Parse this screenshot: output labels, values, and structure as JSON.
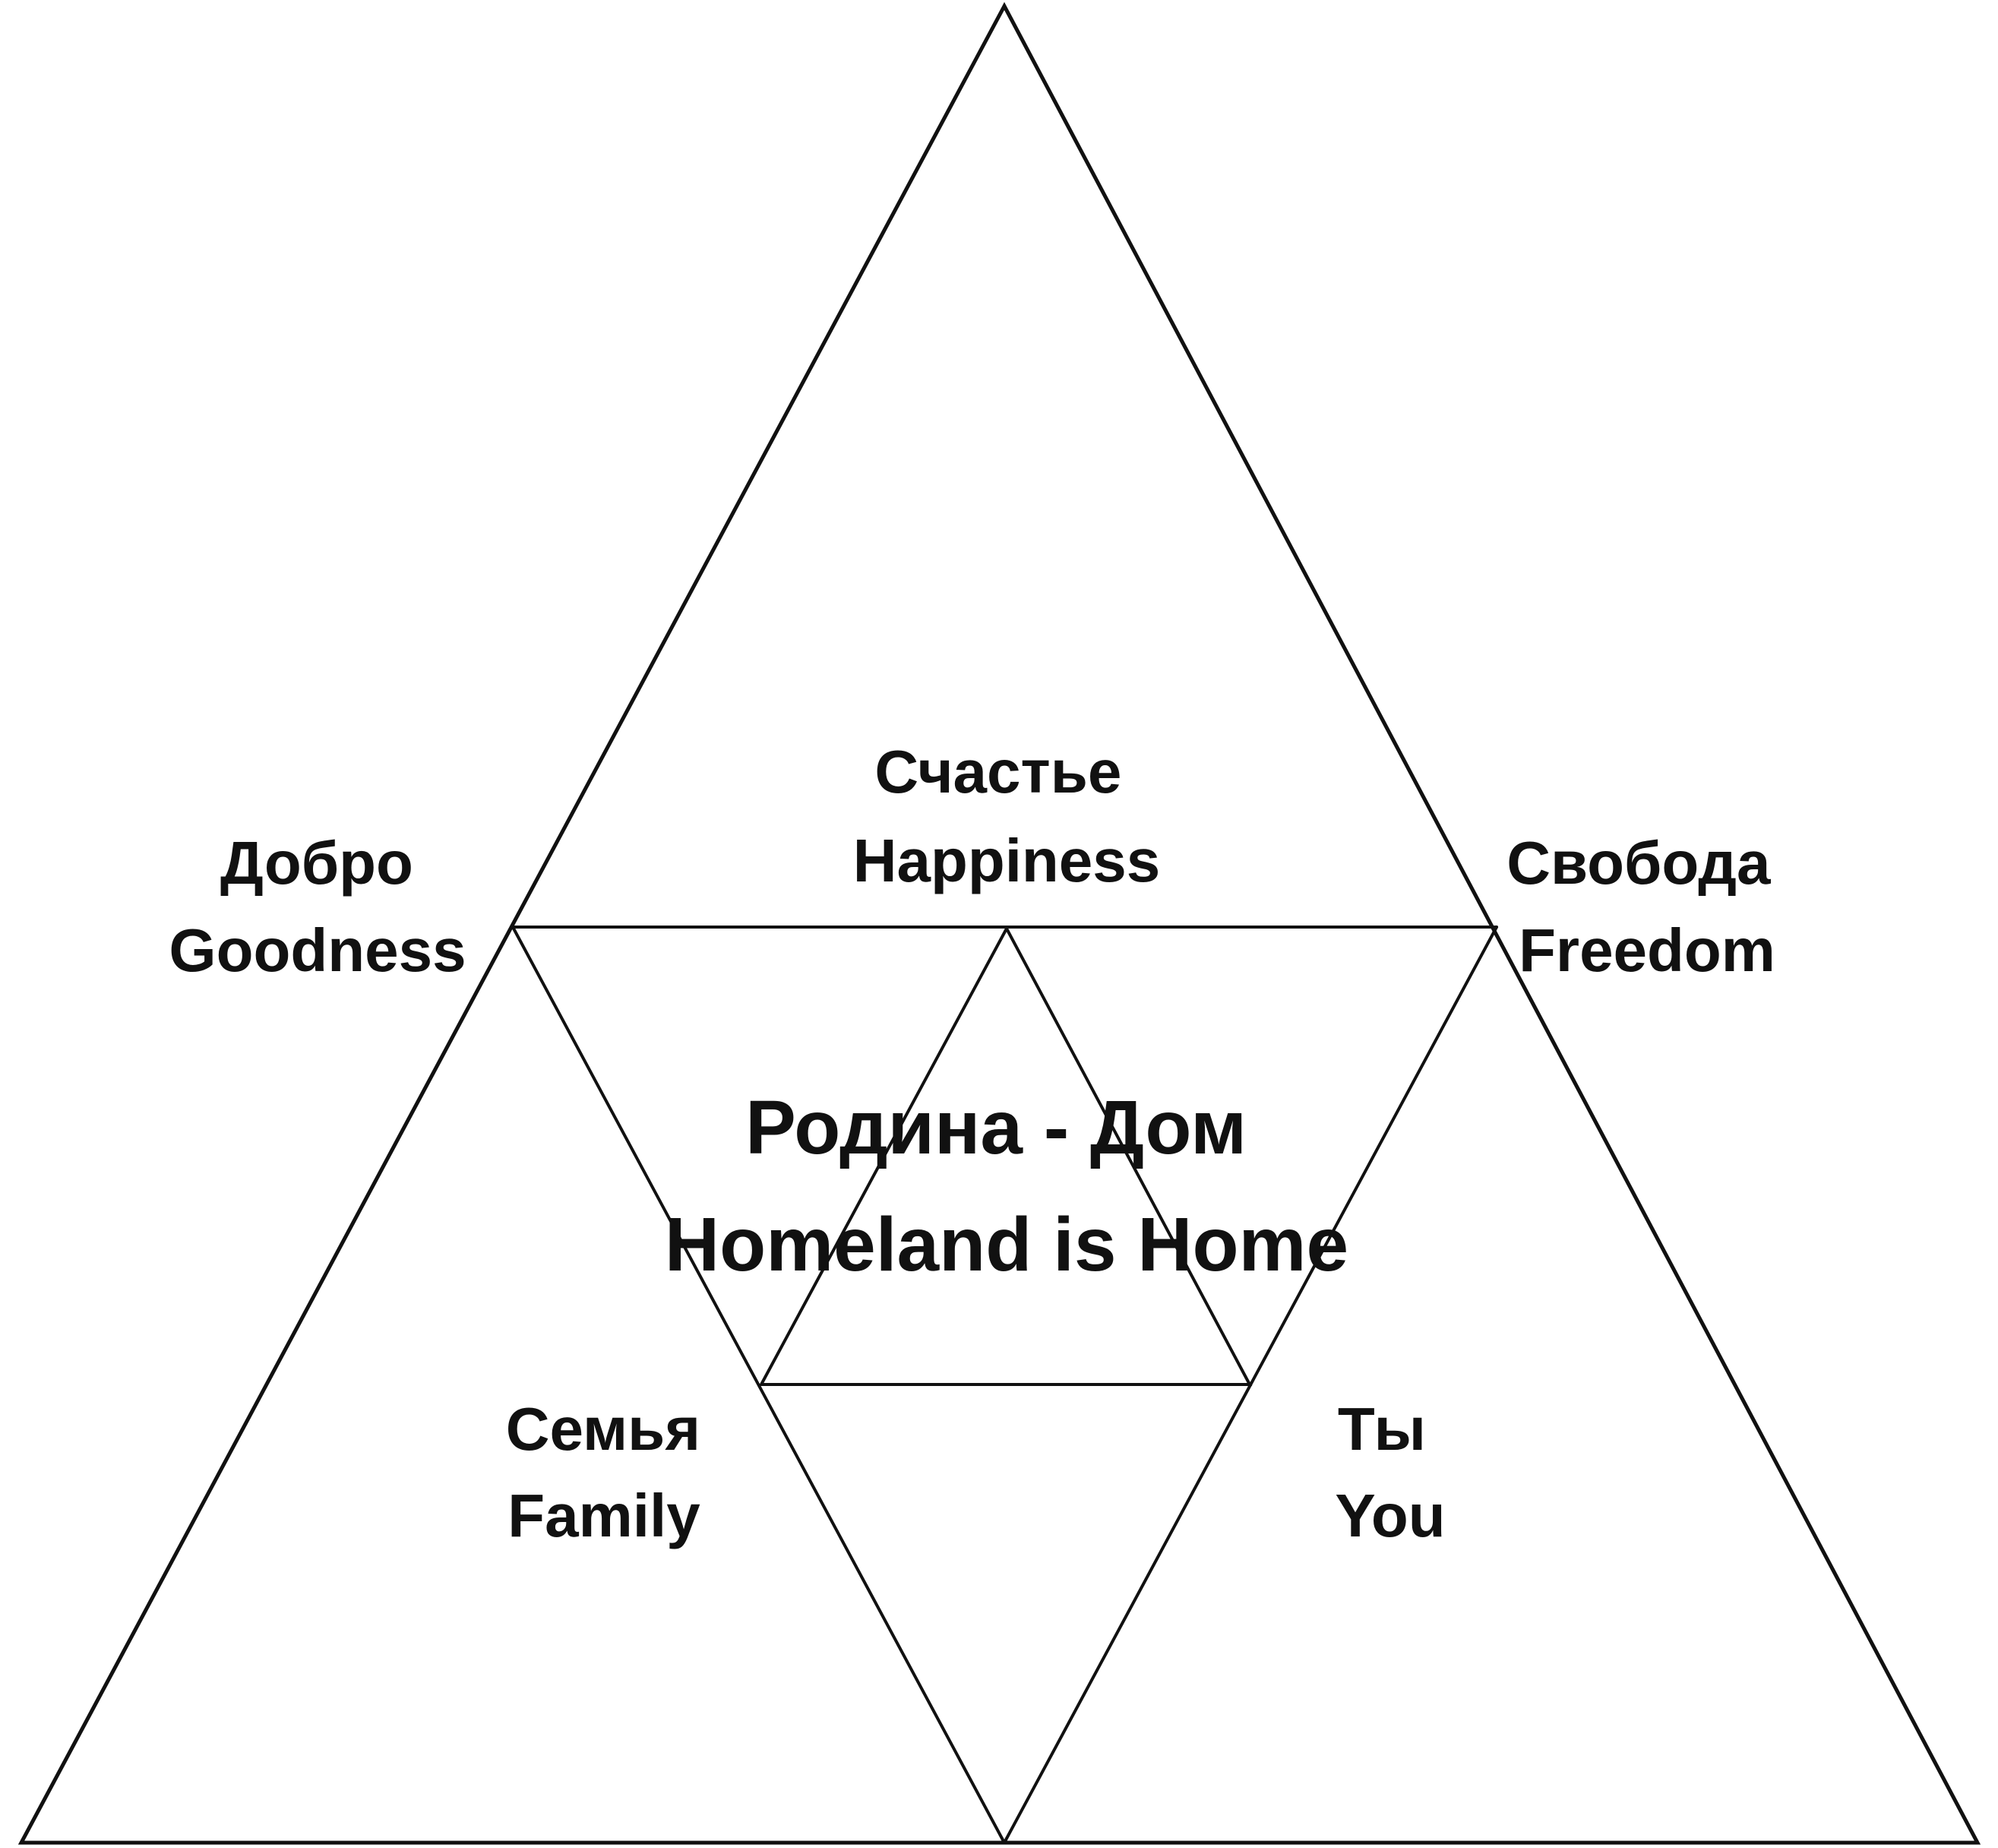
{
  "diagram": {
    "top": {
      "ru": "Счастье",
      "en": "Happiness"
    },
    "left": {
      "ru": "Добро",
      "en": "Goodness"
    },
    "right": {
      "ru": "Свобода",
      "en": "Freedom"
    },
    "bottom_left": {
      "ru": "Семья",
      "en": "Family"
    },
    "bottom_right": {
      "ru": "Ты",
      "en": "You"
    },
    "center": {
      "ru": "Родина - Дом",
      "en": "Homeland is Home"
    }
  },
  "colors": {
    "line": "#111111",
    "background": "#ffffff"
  }
}
